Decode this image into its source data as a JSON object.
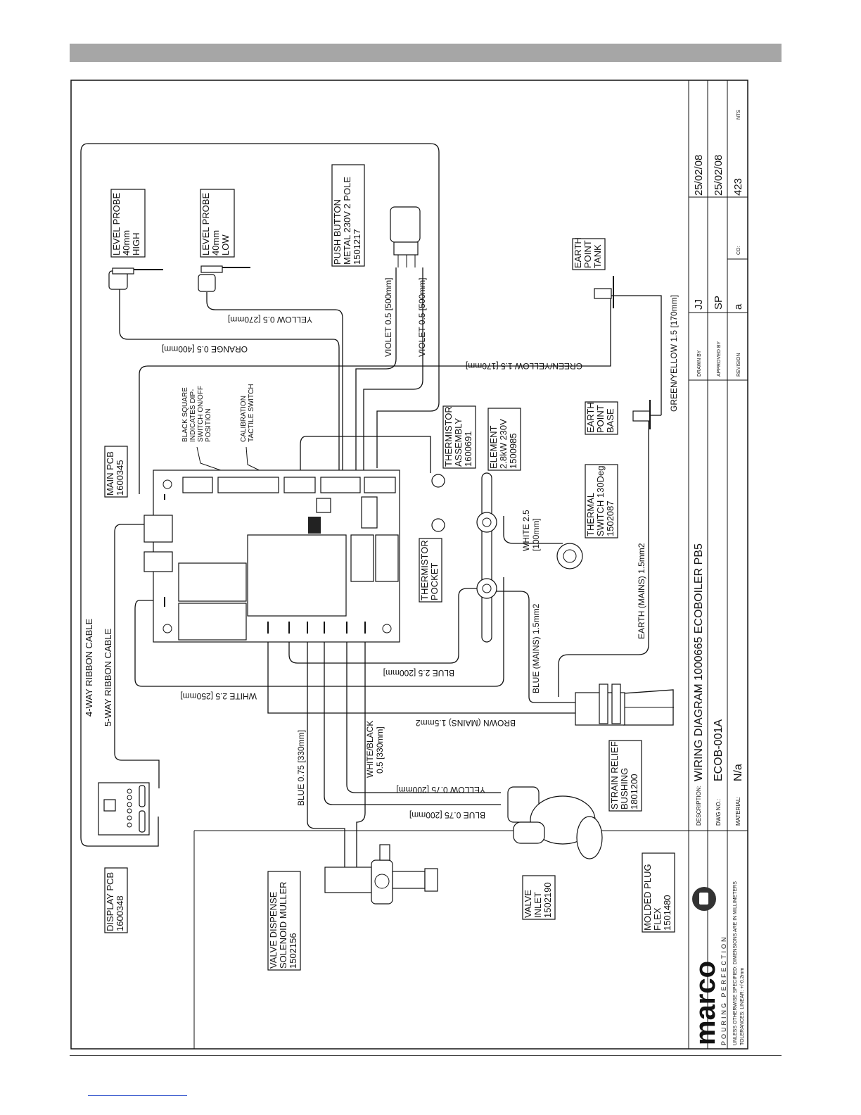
{
  "title_block": {
    "description_label": "DESCRIPTION:",
    "description": "WIRING DIAGRAM 1000665 ECOBOILER PB5",
    "dwg_no_label": "DWG NO.:",
    "dwg_no": "ECOB-001A",
    "material_label": "MATERIAL:",
    "material": "N/a",
    "drawn_by_label": "DRAWN BY",
    "drawn_by": "JJ",
    "drawn_date": "25/02/08",
    "approved_by_label": "APPROVED BY",
    "approved_by": "SP",
    "approved_date": "25/02/08",
    "revision_label": "REVISION",
    "revision": "a",
    "co_label": "CO:",
    "co": "423",
    "scale": "NTS",
    "brand": "marco",
    "tagline": "POURING PERFECTION",
    "note_1": "UNLESS OTHERWISE SPECIFIED: DIMENSIONS ARE IN MILLIMETERS",
    "note_2": "TOLERANCES: LINEAR: +/-0.2mm"
  },
  "components": {
    "level_probe_high": [
      "LEVEL PROBE",
      "40mm",
      "HIGH"
    ],
    "level_probe_low": [
      "LEVEL PROBE",
      "40mm",
      "LOW"
    ],
    "push_button": [
      "PUSH BUTTON",
      "METAL 230V 2 POLE",
      "1501217"
    ],
    "earth_point_tank": [
      "EARTH",
      "POINT",
      "TANK"
    ],
    "earth_point_base": [
      "EARTH",
      "POINT",
      "BASE"
    ],
    "thermistor_assembly": [
      "THERMISTOR",
      "ASSEMBLY",
      "1600691"
    ],
    "element": [
      "ELEMENT",
      "2.8kW 230V",
      "1500985"
    ],
    "thermal_switch": [
      "THERMAL",
      "SWITCH 130Deg",
      "1502087"
    ],
    "thermistor_pocket": [
      "THERMISTOR",
      "POCKET"
    ],
    "main_pcb": [
      "MAIN PCB",
      "1600345"
    ],
    "display_pcb": [
      "DISPLAY PCB",
      "1600348"
    ],
    "valve_dispense": [
      "VALVE DISPENSE",
      "SOLENOID MULLER",
      "1502156"
    ],
    "valve_inlet": [
      "VALVE",
      "INLET",
      "1502190"
    ],
    "molded_plug": [
      "MOLDED PLUG",
      "FLEX",
      "1501480"
    ],
    "strain_relief": [
      "STRAIN RELIEF",
      "BUSHING",
      "1801200"
    ]
  },
  "annotations": {
    "dip_note": [
      "BLACK SQUARE",
      "INDICATES DIP-",
      "SWITCH ON/OFF",
      "POSITION"
    ],
    "calibration": [
      "CALIBRATION",
      "TACTILE SWITCH"
    ],
    "ribbon_4": "4-WAY RIBBON CABLE",
    "ribbon_5": "5-WAY RIBBON CABLE"
  },
  "wires": {
    "orange": "ORANGE 0.5 [400mm]",
    "yellow_probe": "YELLOW 0.5 [270mm]",
    "violet_1": "VIOLET 0.5 [500mm]",
    "violet_2": "VIOLET 0.5 [500mm]",
    "green_yellow_tank": "GREEN/YELLOW 1.5 [170mm]",
    "green_yellow_base": "GREEN/YELLOW 1.5 [170mm]",
    "white_element": [
      "WHITE 2.5",
      "[100mm]"
    ],
    "earth_mains": "EARTH (MAINS) 1.5mm2",
    "blue_mains": "BLUE (MAINS) 1.5mm2",
    "blue_25": "BLUE 2.5 [200mm]",
    "white_25": "WHITE 2.5 [250mm]",
    "brown_mains": "BROWN (MAINS) 1.5mm2",
    "blue_075_330": "BLUE 0.75 [330mm]",
    "white_black": [
      "WHITE/BLACK",
      "0.5 [330mm]"
    ],
    "yellow_075": "YELLOW 0.75 [200mm]",
    "blue_075_200": "BLUE 0.75 [200mm]"
  }
}
